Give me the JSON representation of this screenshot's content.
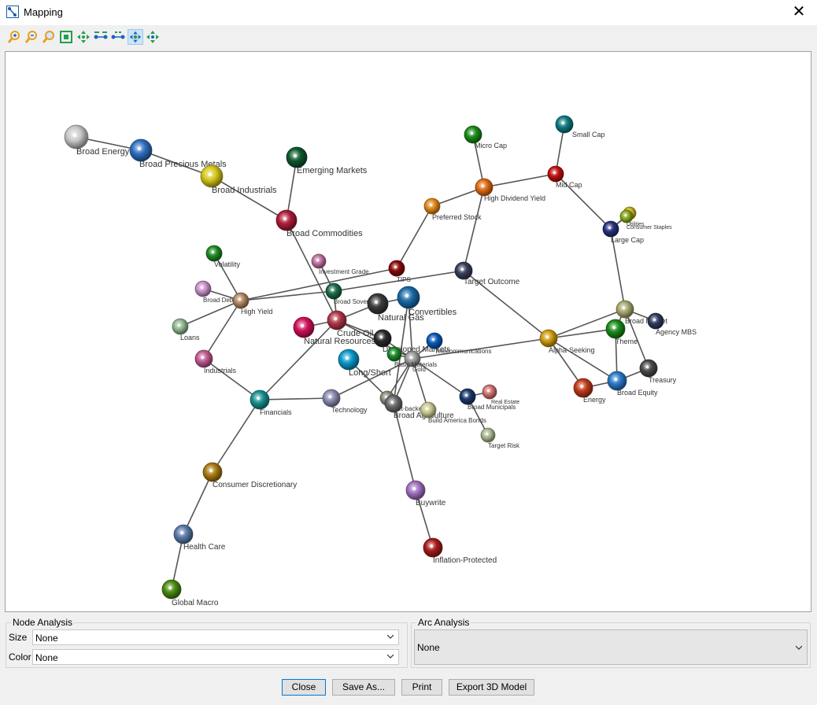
{
  "window": {
    "title": "Mapping",
    "close_glyph": "✕"
  },
  "toolbar": {
    "buttons": [
      {
        "name": "zoom-in-icon",
        "color": "#e6a020"
      },
      {
        "name": "zoom-out-icon",
        "color": "#e6a020"
      },
      {
        "name": "zoom-reset-icon",
        "color": "#e6a020"
      },
      {
        "name": "fit-view-icon",
        "color": "#22a050"
      },
      {
        "name": "move-all-icon",
        "color": "#22a050"
      },
      {
        "name": "expand-horizontal-icon",
        "color": "#2060c0"
      },
      {
        "name": "contract-horizontal-icon",
        "color": "#2060c0"
      },
      {
        "name": "pan-mode-icon",
        "color": "#2060c0",
        "active": true
      },
      {
        "name": "move-nodes-icon",
        "color": "#22a050"
      }
    ]
  },
  "graph": {
    "nodes": [
      {
        "id": "broad-energy",
        "label": "Broad Energy",
        "color": "#c8c8c8"
      },
      {
        "id": "broad-precious-metals",
        "label": "Broad Precious Metals",
        "color": "#2d6fc0"
      },
      {
        "id": "broad-industrials",
        "label": "Broad Industrials",
        "color": "#d6c81a"
      },
      {
        "id": "emerging-markets",
        "label": "Emerging Markets",
        "color": "#0d5a2e"
      },
      {
        "id": "broad-commodities",
        "label": "Broad Commodities",
        "color": "#b01c3a"
      },
      {
        "id": "micro-cap",
        "label": "Micro Cap",
        "color": "#1a8a1a"
      },
      {
        "id": "small-cap",
        "label": "Small Cap",
        "color": "#0e7a80"
      },
      {
        "id": "mid-cap",
        "label": "Mid Cap",
        "color": "#c01010"
      },
      {
        "id": "high-dividend-yield",
        "label": "High Dividend Yield",
        "color": "#e06a10"
      },
      {
        "id": "preferred-stock",
        "label": "Preferred Stock",
        "color": "#e0881a"
      },
      {
        "id": "utilities",
        "label": "Utilities",
        "color": "#c8b020"
      },
      {
        "id": "consumer-staples",
        "label": "Consumer Staples",
        "color": "#8aa818"
      },
      {
        "id": "large-cap",
        "label": "Large Cap",
        "color": "#26307e"
      },
      {
        "id": "volatility",
        "label": "Volatility",
        "color": "#1e8a22"
      },
      {
        "id": "investment-grade",
        "label": "Investment Grade",
        "color": "#c070a0"
      },
      {
        "id": "tips",
        "label": "TIPS",
        "color": "#8a0a0a"
      },
      {
        "id": "target-outcome",
        "label": "Target Outcome",
        "color": "#3a3e58"
      },
      {
        "id": "broad-debt",
        "label": "Broad Debt",
        "color": "#c890c8"
      },
      {
        "id": "high-yield",
        "label": "High Yield",
        "color": "#b08860"
      },
      {
        "id": "broad-sovereign",
        "label": "Broad Sovereign",
        "color": "#1a6a48"
      },
      {
        "id": "natural-gas",
        "label": "Natural Gas",
        "color": "#3a3a3a"
      },
      {
        "id": "convertibles",
        "label": "Convertibles",
        "color": "#1a6aa8"
      },
      {
        "id": "broad-market",
        "label": "Broad Market",
        "color": "#a8a870"
      },
      {
        "id": "agency-mbs",
        "label": "Agency MBS",
        "color": "#2e3a60"
      },
      {
        "id": "loans",
        "label": "Loans",
        "color": "#90b890"
      },
      {
        "id": "natural-resources",
        "label": "Natural Resources",
        "color": "#d0105a"
      },
      {
        "id": "crude-oil",
        "label": "Crude Oil",
        "color": "#b03848"
      },
      {
        "id": "developed-markets",
        "label": "Developed Markets",
        "color": "#2a2a2a"
      },
      {
        "id": "telecommunications",
        "label": "Telecommunications",
        "color": "#0a58b8"
      },
      {
        "id": "theme",
        "label": "Theme",
        "color": "#1a8a1a"
      },
      {
        "id": "alpha-seeking",
        "label": "Alpha-Seeking",
        "color": "#d09a10"
      },
      {
        "id": "gold",
        "label": "Gold",
        "color": "#9a9a9a"
      },
      {
        "id": "basic-materials",
        "label": "Basic Materials",
        "color": "#1a8a2a"
      },
      {
        "id": "long-short",
        "label": "Long/Short",
        "color": "#0a98c8"
      },
      {
        "id": "industrials",
        "label": "Industrials",
        "color": "#c05a90"
      },
      {
        "id": "treasury",
        "label": "Treasury",
        "color": "#4a4a4a"
      },
      {
        "id": "real-estate",
        "label": "Real Estate",
        "color": "#d07070"
      },
      {
        "id": "broad-municipals",
        "label": "Broad Municipals",
        "color": "#1a3a6a"
      },
      {
        "id": "energy",
        "label": "Energy",
        "color": "#c03a1a"
      },
      {
        "id": "broad-equity",
        "label": "Broad Equity",
        "color": "#2a78c8"
      },
      {
        "id": "financials",
        "label": "Financials",
        "color": "#1a9090"
      },
      {
        "id": "technology",
        "label": "Technology",
        "color": "#8a8ab0"
      },
      {
        "id": "asset-backed",
        "label": "Asset-backed",
        "color": "#8a8a7a"
      },
      {
        "id": "broad-agriculture",
        "label": "Broad Agriculture",
        "color": "#6a6a6a"
      },
      {
        "id": "build-america-bonds",
        "label": "Build America Bonds",
        "color": "#c8c890"
      },
      {
        "id": "target-risk",
        "label": "Target Risk",
        "color": "#a8b890"
      },
      {
        "id": "consumer-discretionary",
        "label": "Consumer Discretionary",
        "color": "#a87a10"
      },
      {
        "id": "buywrite",
        "label": "Buywrite",
        "color": "#a070c0"
      },
      {
        "id": "health-care",
        "label": "Health Care",
        "color": "#5a7aa8"
      },
      {
        "id": "inflation-protected",
        "label": "Inflation-Protected",
        "color": "#a81a1a"
      },
      {
        "id": "global-macro",
        "label": "Global Macro",
        "color": "#4a8a10"
      }
    ],
    "edges": [
      [
        "broad-energy",
        "broad-precious-metals"
      ],
      [
        "broad-precious-metals",
        "broad-industrials"
      ],
      [
        "broad-industrials",
        "broad-commodities"
      ],
      [
        "emerging-markets",
        "broad-commodities"
      ],
      [
        "broad-commodities",
        "crude-oil"
      ],
      [
        "micro-cap",
        "high-dividend-yield"
      ],
      [
        "small-cap",
        "mid-cap"
      ],
      [
        "mid-cap",
        "high-dividend-yield"
      ],
      [
        "mid-cap",
        "large-cap"
      ],
      [
        "high-dividend-yield",
        "preferred-stock"
      ],
      [
        "high-dividend-yield",
        "target-outcome"
      ],
      [
        "preferred-stock",
        "tips"
      ],
      [
        "large-cap",
        "utilities"
      ],
      [
        "large-cap",
        "consumer-staples"
      ],
      [
        "large-cap",
        "broad-market"
      ],
      [
        "volatility",
        "high-yield"
      ],
      [
        "broad-debt",
        "high-yield"
      ],
      [
        "high-yield",
        "loans"
      ],
      [
        "high-yield",
        "industrials"
      ],
      [
        "high-yield",
        "broad-sovereign"
      ],
      [
        "high-yield",
        "tips"
      ],
      [
        "investment-grade",
        "broad-sovereign"
      ],
      [
        "broad-sovereign",
        "crude-oil"
      ],
      [
        "broad-sovereign",
        "target-outcome"
      ],
      [
        "target-outcome",
        "alpha-seeking"
      ],
      [
        "natural-gas",
        "convertibles"
      ],
      [
        "crude-oil",
        "natural-gas"
      ],
      [
        "crude-oil",
        "natural-resources"
      ],
      [
        "crude-oil",
        "financials"
      ],
      [
        "crude-oil",
        "developed-markets"
      ],
      [
        "crude-oil",
        "gold"
      ],
      [
        "convertibles",
        "gold"
      ],
      [
        "developed-markets",
        "gold"
      ],
      [
        "gold",
        "alpha-seeking"
      ],
      [
        "gold",
        "telecommunications"
      ],
      [
        "gold",
        "basic-materials"
      ],
      [
        "gold",
        "broad-municipals"
      ],
      [
        "gold",
        "broad-agriculture"
      ],
      [
        "gold",
        "build-america-bonds"
      ],
      [
        "gold",
        "asset-backed"
      ],
      [
        "broad-municipals",
        "real-estate"
      ],
      [
        "broad-municipals",
        "target-risk"
      ],
      [
        "alpha-seeking",
        "broad-market"
      ],
      [
        "alpha-seeking",
        "theme"
      ],
      [
        "alpha-seeking",
        "energy"
      ],
      [
        "alpha-seeking",
        "broad-equity"
      ],
      [
        "broad-market",
        "agency-mbs"
      ],
      [
        "broad-market",
        "treasury"
      ],
      [
        "broad-market",
        "theme"
      ],
      [
        "theme",
        "broad-equity"
      ],
      [
        "broad-equity",
        "treasury"
      ],
      [
        "broad-equity",
        "energy"
      ],
      [
        "industrials",
        "financials"
      ],
      [
        "financials",
        "technology"
      ],
      [
        "financials",
        "consumer-discretionary"
      ],
      [
        "technology",
        "gold"
      ],
      [
        "consumer-discretionary",
        "health-care"
      ],
      [
        "health-care",
        "global-macro"
      ],
      [
        "broad-agriculture",
        "buywrite"
      ],
      [
        "buywrite",
        "inflation-protected"
      ],
      [
        "long-short",
        "broad-agriculture"
      ],
      [
        "convertibles",
        "broad-agriculture"
      ]
    ]
  },
  "node_analysis": {
    "title": "Node Analysis",
    "size_label": "Size",
    "size_value": "None",
    "color_label": "Color",
    "color_value": "None"
  },
  "arc_analysis": {
    "title": "Arc Analysis",
    "value": "None"
  },
  "buttons": {
    "close": "Close",
    "save_as": "Save As...",
    "print": "Print",
    "export": "Export 3D Model"
  }
}
